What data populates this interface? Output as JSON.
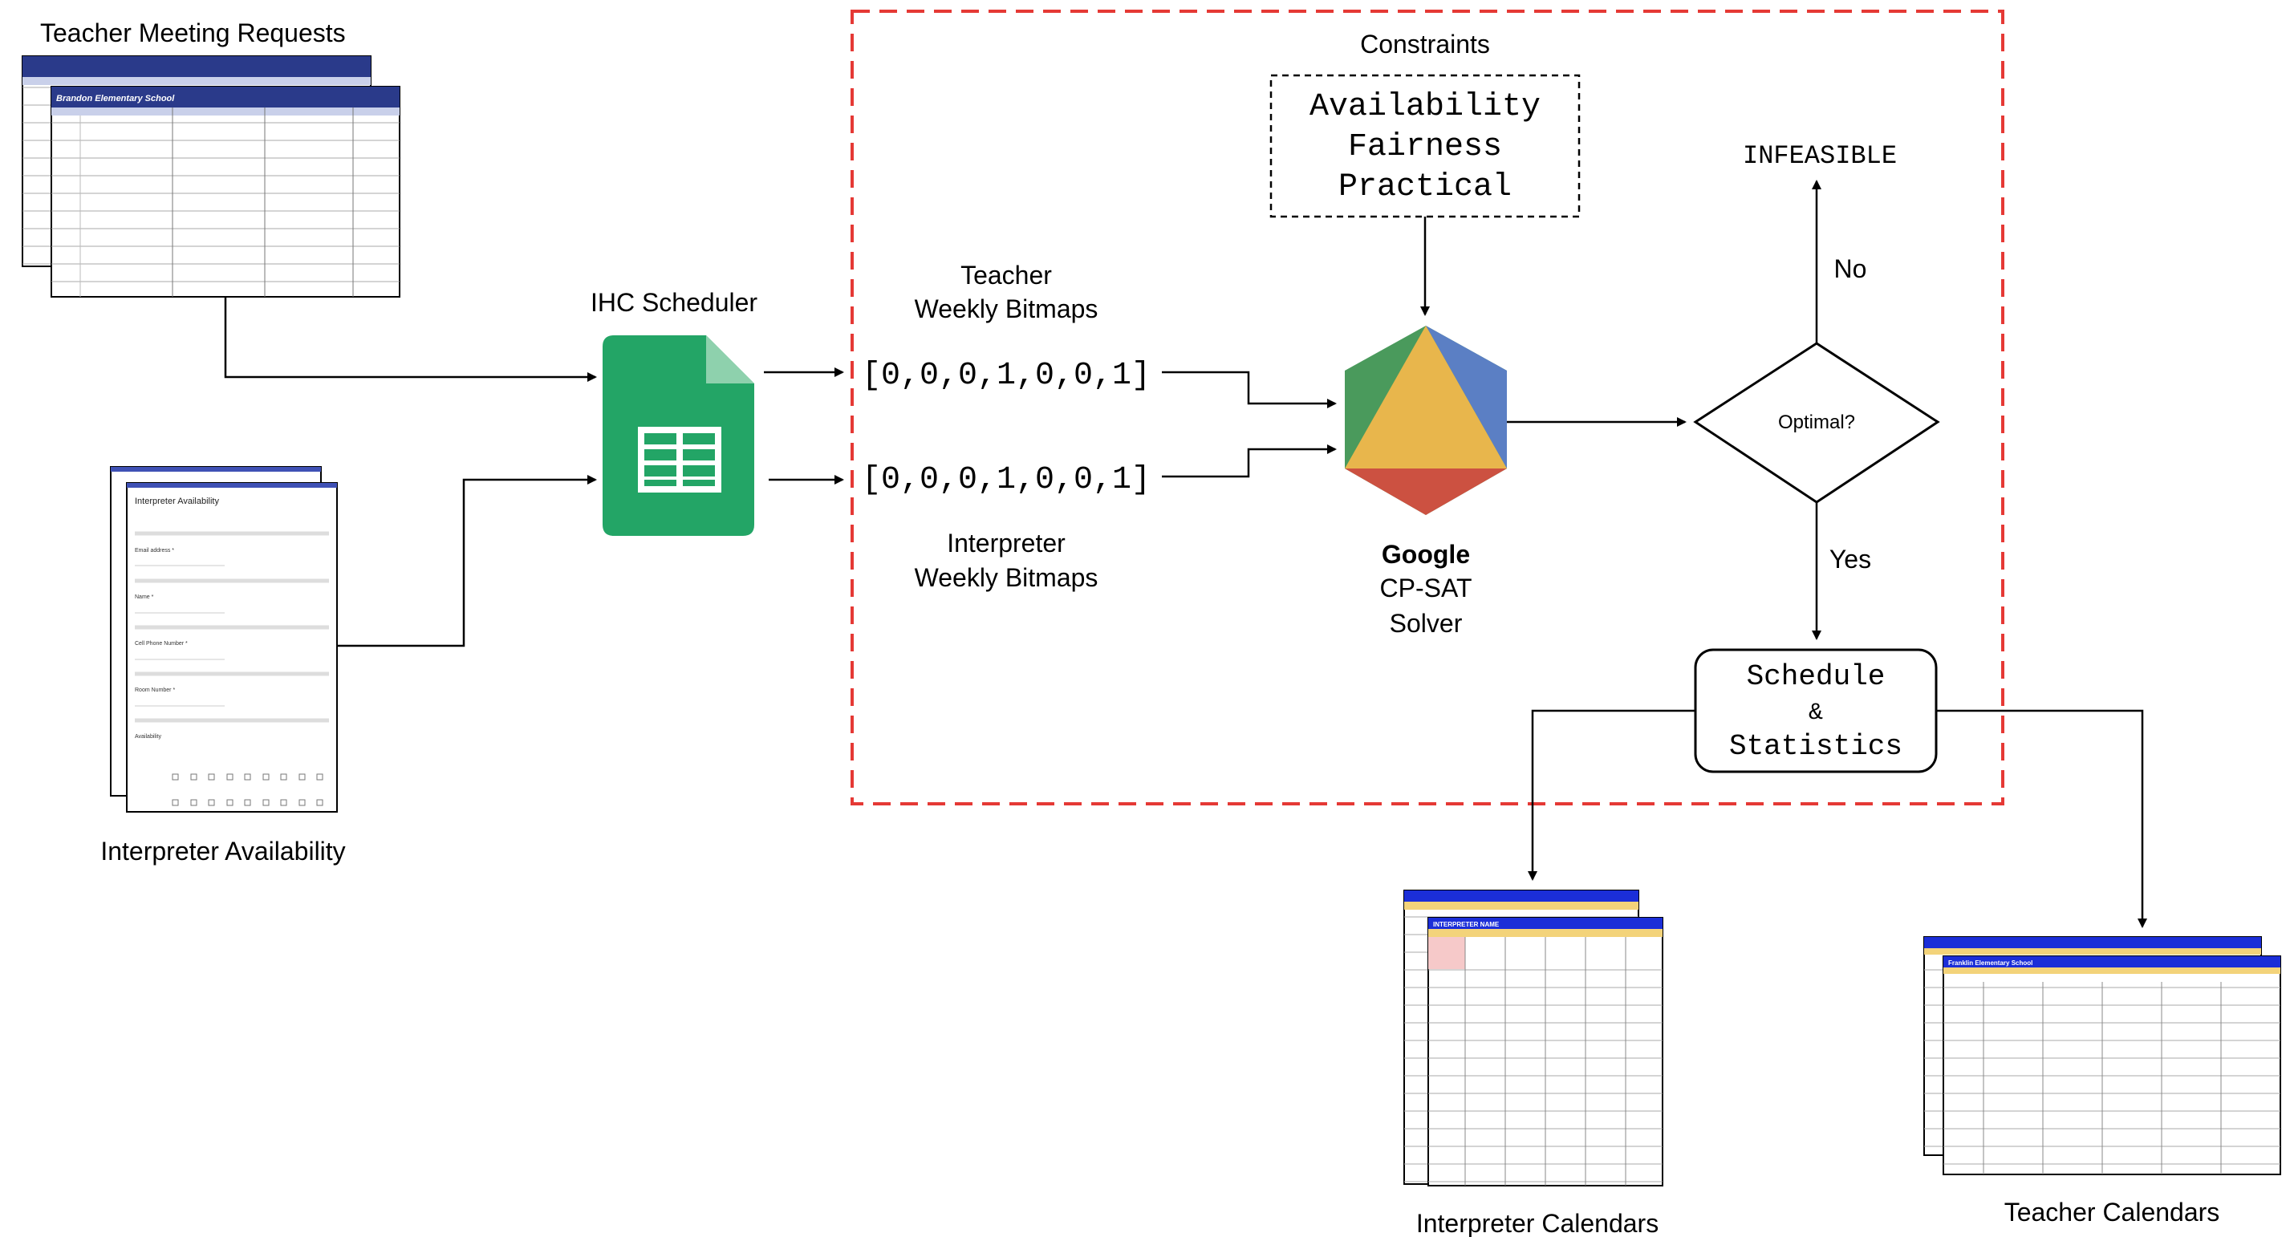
{
  "labels": {
    "teacher_requests": "Teacher Meeting Requests",
    "interpreter_availability": "Interpreter Availability",
    "ihc_scheduler": "IHC Scheduler",
    "constraints_title": "Constraints",
    "constraints": [
      "Availability",
      "Fairness",
      "Practical"
    ],
    "teacher_bitmaps": [
      "Teacher",
      "Weekly Bitmaps"
    ],
    "interpreter_bitmaps": [
      "Interpreter",
      "Weekly Bitmaps"
    ],
    "bitmap_teacher": "[0,0,0,1,0,0,1]",
    "bitmap_interpreter": "[0,0,0,1,0,0,1]",
    "solver": [
      "Google",
      "CP-SAT",
      "Solver"
    ],
    "decision": "Optimal?",
    "infeasible": "INFEASIBLE",
    "no": "No",
    "yes": "Yes",
    "schedule_output": [
      "Schedule",
      "&",
      "Statistics"
    ],
    "interpreter_calendars": "Interpreter Calendars",
    "teacher_calendars": "Teacher Calendars"
  },
  "thumbnails": {
    "teacher_sheet_title": "Brandon Elementary School",
    "form_title": "Interpreter Availability",
    "form_fields": [
      "Email address *",
      "Name *",
      "Cell Phone Number *",
      "Room Number *"
    ],
    "form_section": "Availability",
    "interp_cal_title": "INTERPRETER NAME",
    "teacher_cal_title": "Franklin Elementary School"
  },
  "colors": {
    "dashed_box": "#e53935",
    "sheets_green": "#23a566",
    "sheets_dark": "#1e8e3e",
    "cpsat_yellow": "#e8b64c",
    "cpsat_green": "#4a9a5c",
    "cpsat_blue": "#5b7fc4",
    "cpsat_red": "#cc5141",
    "sheet_header_blue": "#2a3a8a",
    "calendar_blue": "#1b2ed8",
    "calendar_yellow": "#f3d37a"
  }
}
